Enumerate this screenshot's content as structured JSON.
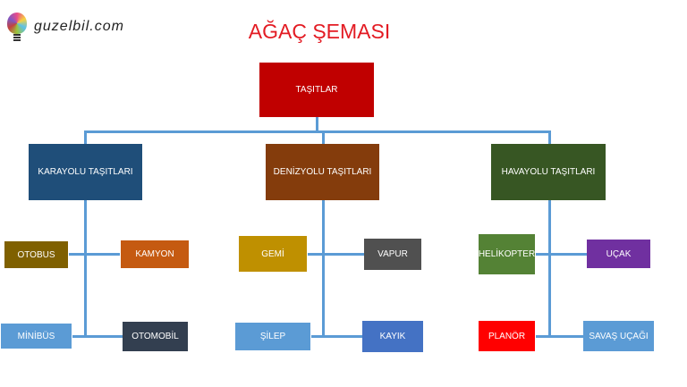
{
  "logo": {
    "text": "guzelbil.com"
  },
  "title": "AĞAÇ ŞEMASI",
  "root": {
    "label": "TAŞITLAR",
    "color": "#c00000"
  },
  "categories": [
    {
      "label": "KARAYOLU TAŞITLARI",
      "color": "#1f4e79",
      "children": [
        {
          "label": "OTOBUS",
          "color": "#7f6000"
        },
        {
          "label": "KAMYON",
          "color": "#c55a11"
        },
        {
          "label": "MİNİBÜS",
          "color": "#5b9bd5"
        },
        {
          "label": "OTOMOBİL",
          "color": "#333f50"
        }
      ]
    },
    {
      "label": "DENİZYOLU TAŞITLARI",
      "color": "#843c0c",
      "children": [
        {
          "label": "GEMİ",
          "color": "#bf9000"
        },
        {
          "label": "VAPUR",
          "color": "#505050"
        },
        {
          "label": "ŞİLEP",
          "color": "#5b9bd5"
        },
        {
          "label": "KAYIK",
          "color": "#4472c4"
        }
      ]
    },
    {
      "label": "HAVAYOLU TAŞITLARI",
      "color": "#375623",
      "children": [
        {
          "label": "HELİKOPTER",
          "color": "#548235"
        },
        {
          "label": "UÇAK",
          "color": "#7030a0"
        },
        {
          "label": "PLANÖR",
          "color": "#ff0000"
        },
        {
          "label": "SAVAŞ UÇAĞI",
          "color": "#5b9bd5"
        }
      ]
    }
  ]
}
